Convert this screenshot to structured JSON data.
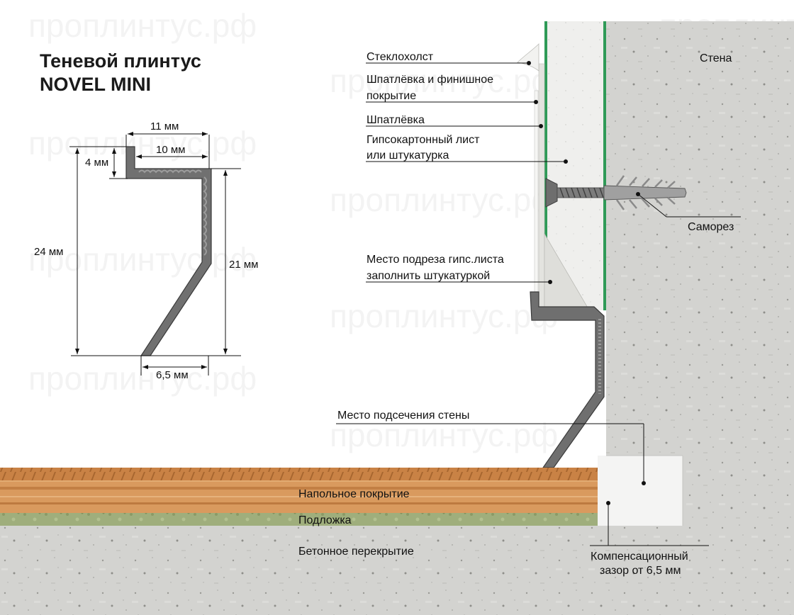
{
  "title": {
    "line1": "Теневой плинтус",
    "line2": "NOVEL  MINI"
  },
  "dimensions": {
    "width_top": "11 мм",
    "width_inner": "10 мм",
    "height_top": "4 мм",
    "height_total": "24 мм",
    "height_face": "21 мм",
    "bottom_offset": "6,5 мм"
  },
  "callouts": {
    "fiberglass": "Стеклохолст",
    "putty_finish_1": "Шпатлёвка и финишное",
    "putty_finish_2": "покрытие",
    "putty": "Шпатлёвка",
    "drywall_1": "Гипсокартонный лист",
    "drywall_2": "или штукатурка",
    "wall": "Стена",
    "screw": "Саморез",
    "cut_1": "Место подреза гипс.листа",
    "cut_2": "заполнить штукатуркой",
    "wall_cut": "Место подсечения стены",
    "gap_1": "Компенсационный",
    "gap_2": "зазор  от 6,5 мм"
  },
  "layers": {
    "flooring": "Напольное покрытие",
    "underlay": "Подложка",
    "slab": "Бетонное перекрытие"
  },
  "watermark": "проплинтус.рф",
  "colors": {
    "concrete": "#d3d3d0",
    "concrete_dark": "#b9b9b5",
    "wood": "#d99a5e",
    "wood_dark": "#b8743b",
    "underlay": "#9fae7c",
    "drywall_edge": "#2f9a57",
    "profile": "#707070",
    "drywall": "#efefed"
  }
}
